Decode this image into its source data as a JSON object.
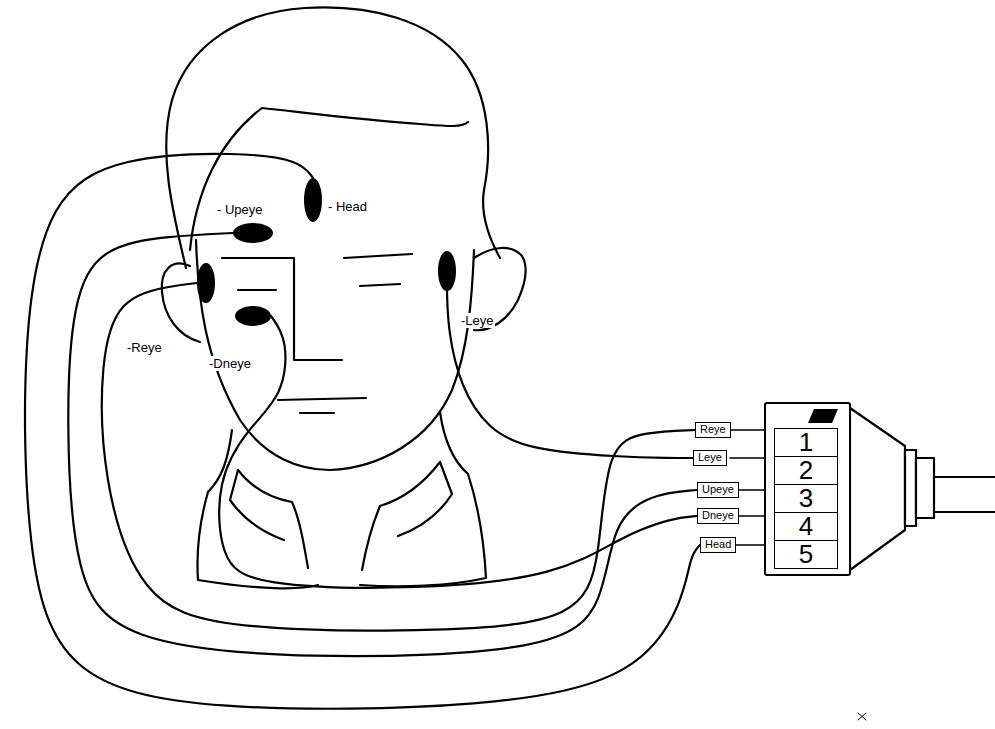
{
  "diagram": {
    "nodes": [
      {
        "text": [
          "- Head"
        ]
      },
      {
        "text": [
          "- Upeye"
        ]
      },
      {
        "text": [
          "-Reye"
        ]
      },
      {
        "text": [
          "-Leye"
        ]
      },
      {
        "text": [
          "-Dneye"
        ]
      },
      {
        "text": [
          "1",
          "2",
          "3",
          "4",
          "5"
        ]
      },
      {
        "text": [
          "Reye"
        ]
      },
      {
        "text": [
          "Leye"
        ]
      },
      {
        "text": [
          "Upeye"
        ]
      },
      {
        "text": [
          "Dneye"
        ]
      },
      {
        "text": [
          "Head"
        ]
      }
    ],
    "edges": [
      {
        "from": 0,
        "to": 10,
        "arrow": "none"
      },
      {
        "from": 1,
        "to": 8,
        "arrow": "none"
      },
      {
        "from": 2,
        "to": 6,
        "arrow": "none"
      },
      {
        "from": 3,
        "to": 7,
        "arrow": "none"
      },
      {
        "from": 4,
        "to": 9,
        "arrow": "none"
      }
    ]
  }
}
